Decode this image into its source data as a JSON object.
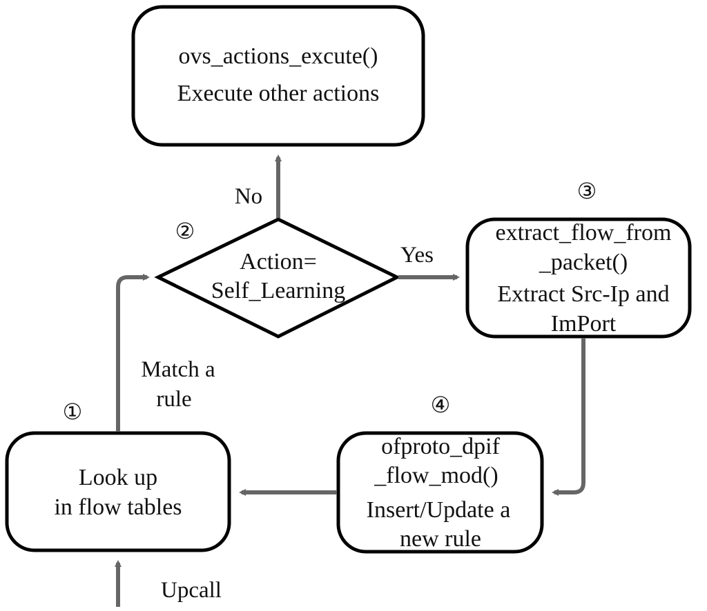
{
  "colors": {
    "node_stroke": "#000000",
    "arrow": "#666666",
    "text": "#111111",
    "background": "#ffffff"
  },
  "nodes": {
    "execute_other": {
      "line1": "ovs_actions_excute()",
      "line2": "Execute other actions"
    },
    "decision": {
      "line1": "Action=",
      "line2": "Self_Learning"
    },
    "extract": {
      "line1": "extract_flow_from",
      "line2": "_packet()",
      "line3": "Extract Src-Ip and",
      "line4": "ImPort"
    },
    "lookup": {
      "line1": "Look up",
      "line2": "in flow tables"
    },
    "flow_mod": {
      "line1": "ofproto_dpif",
      "line2": "_flow_mod()",
      "line3": "Insert/Update a",
      "line4": "new rule"
    }
  },
  "labels": {
    "no": "No",
    "yes": "Yes",
    "match_line1": "Match a",
    "match_line2": "rule",
    "upcall": "Upcall"
  },
  "step_numbers": {
    "step1": "①",
    "step2": "②",
    "step3": "③",
    "step4": "④"
  }
}
